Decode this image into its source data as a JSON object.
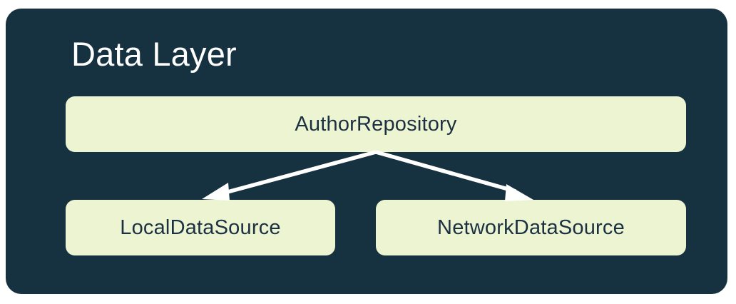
{
  "diagram": {
    "type": "architecture-layer-diagram",
    "title": "Data Layer",
    "panel_color": "#16313f",
    "node_color": "#edf4d2",
    "node_text_color": "#1b3142",
    "title_color": "#ffffff",
    "arrow_color": "#ffffff",
    "background_color": "#ffffff",
    "nodes": [
      {
        "id": "repository",
        "label": "AuthorRepository",
        "role": "repository",
        "row": 0
      },
      {
        "id": "local",
        "label": "LocalDataSource",
        "role": "data-source",
        "row": 1
      },
      {
        "id": "network",
        "label": "NetworkDataSource",
        "role": "data-source",
        "row": 1
      }
    ],
    "edges": [
      {
        "from": "repository",
        "to": "local",
        "direction": "down-left",
        "arrowhead": "filled-triangle"
      },
      {
        "from": "repository",
        "to": "network",
        "direction": "down-right",
        "arrowhead": "filled-triangle"
      }
    ]
  }
}
